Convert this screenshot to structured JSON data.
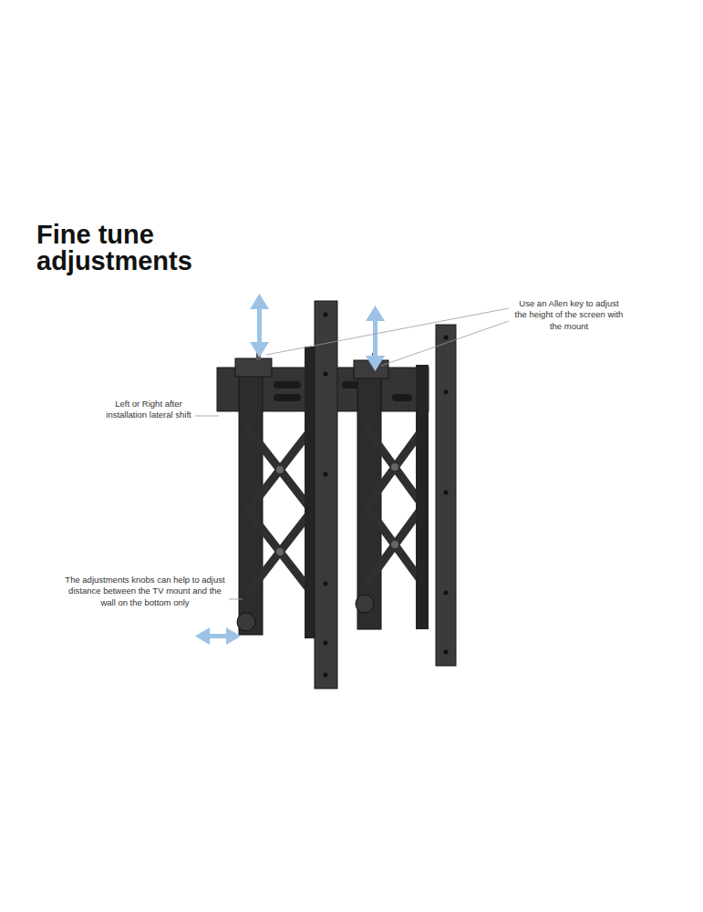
{
  "diagram": {
    "title": "Fine tune adjustments",
    "labels": [
      "Use an Allen key to adjust the height of the screen with the mount",
      "Left or Right after installation lateral shift",
      "The adjustments knobs can help to adjust distance between the TV mount and the wall on the bottom only"
    ]
  }
}
